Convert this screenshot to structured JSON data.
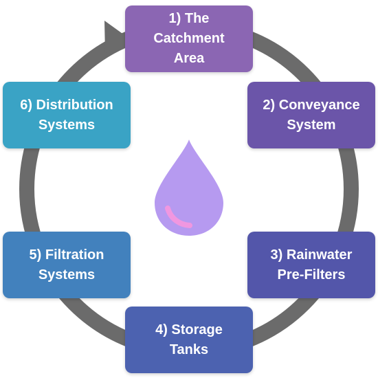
{
  "diagram": {
    "steps": [
      {
        "line1": "1) The",
        "line2": "Catchment",
        "line3": "Area",
        "color": "#8B66B3"
      },
      {
        "line1": "2) Conveyance",
        "line2": "System",
        "line3": "",
        "color": "#6B55A9"
      },
      {
        "line1": "3) Rainwater",
        "line2": "Pre-Filters",
        "line3": "",
        "color": "#5356AA"
      },
      {
        "line1": "4) Storage",
        "line2": "Tanks",
        "line3": "",
        "color": "#4C62B0"
      },
      {
        "line1": "5) Filtration",
        "line2": "Systems",
        "line3": "",
        "color": "#4281BD"
      },
      {
        "line1": "6) Distribution",
        "line2": "Systems",
        "line3": "",
        "color": "#3AA3C5"
      }
    ],
    "ring_color": "#6B6B6B",
    "drop_color": "#B69AF0",
    "drop_highlight_color": "#F097E0",
    "center_icon": "water-drop-icon"
  }
}
